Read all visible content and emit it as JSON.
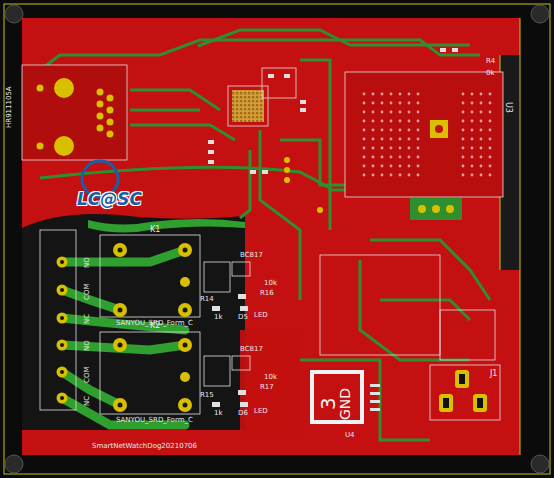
{
  "diagram": {
    "labels": [
      "HR911105A",
      "LC@SC",
      "K1",
      "K2",
      "SANYOU_SRD_Form_C",
      "SANYOU_SRD_Form_C",
      "BC817",
      "BC817",
      "10k",
      "10k",
      "R16",
      "R17",
      "LED",
      "LED",
      "1k",
      "1k",
      "D5",
      "D6",
      "R14",
      "R15",
      "U3",
      "U4",
      "J1",
      "3",
      "GND",
      "SmartNetWatchDog20210706",
      "R4",
      "0k",
      "NO",
      "COM",
      "NC",
      "NO",
      "COM",
      "NC"
    ]
  }
}
